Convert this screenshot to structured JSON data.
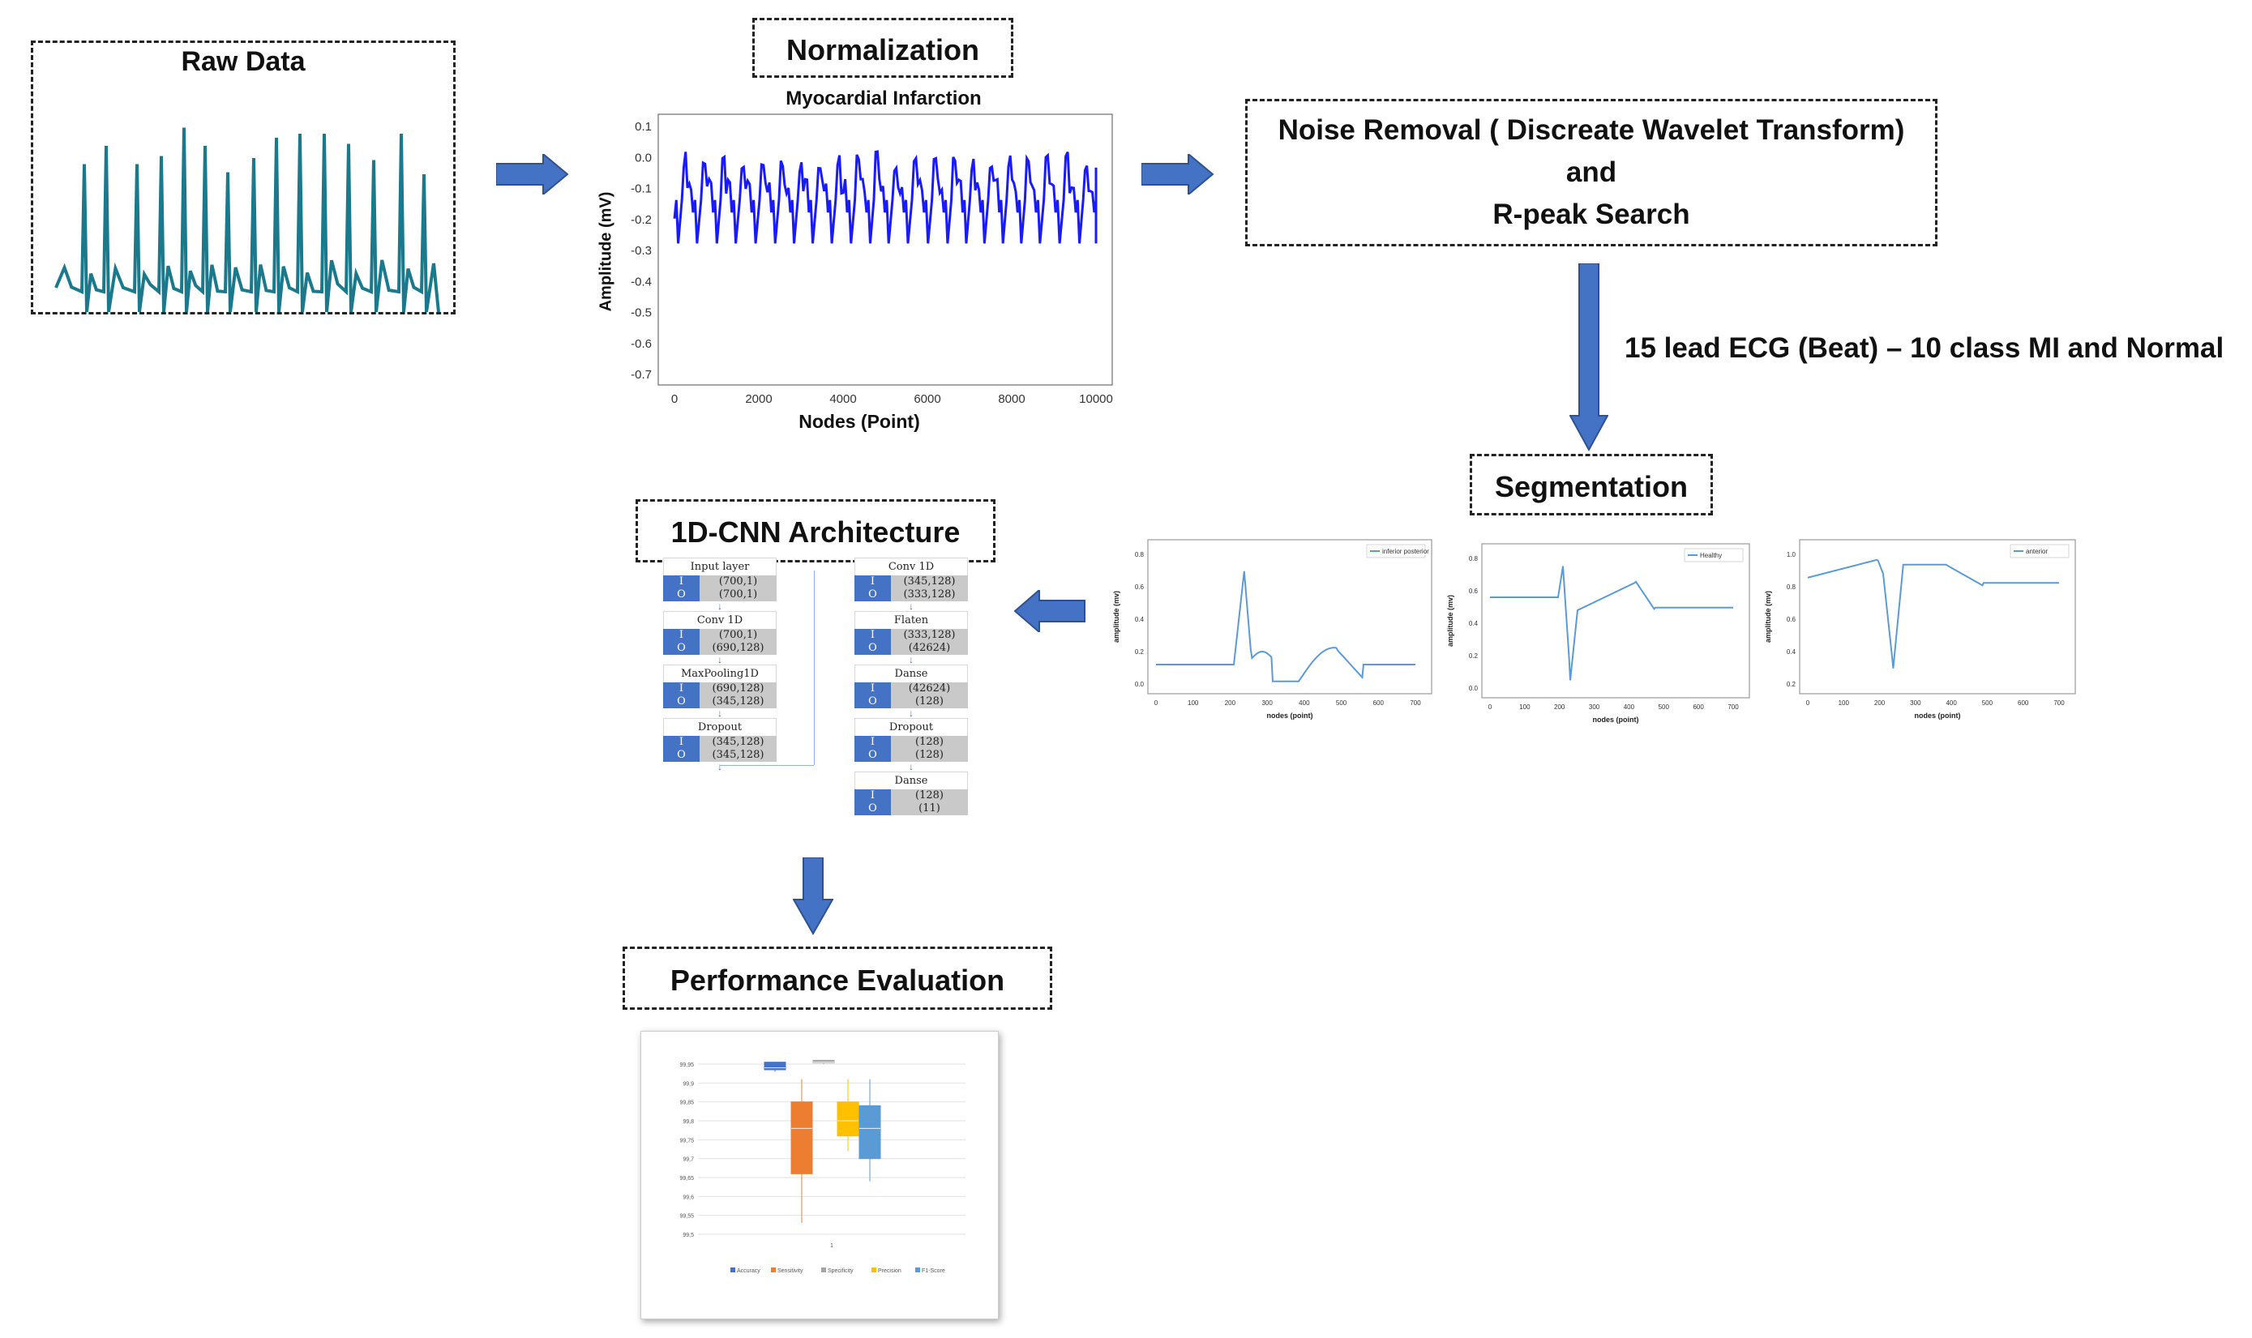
{
  "raw_data": {
    "title": "Raw Data"
  },
  "normalization": {
    "title": "Normalization",
    "chart_data": {
      "type": "line",
      "title": "Myocardial Infarction",
      "xlabel": "Nodes (Point)",
      "ylabel": "Amplitude (mV)",
      "xlim": [
        0,
        10000
      ],
      "ylim": [
        -0.7,
        0.1
      ],
      "x_ticks": [
        "0",
        "2000",
        "4000",
        "6000",
        "8000",
        "10000"
      ],
      "y_ticks": [
        "0.1",
        "0.0",
        "-0.1",
        "-0.2",
        "-0.3",
        "-0.4",
        "-0.5",
        "-0.6",
        "-0.7"
      ],
      "series_color": "#1a1aff"
    }
  },
  "noise_removal": {
    "line1": "Noise Removal ( Discreate Wavelet Transform)",
    "line2": "and",
    "line3": "R-peak Search"
  },
  "flow_label": "15 lead ECG (Beat) – 10 class MI and Normal",
  "segmentation": {
    "title": "Segmentation",
    "charts": [
      {
        "legend": "inferior posterior",
        "xlabel": "nodes (point)",
        "ylabel": "amplitude (mv)",
        "x_ticks": [
          "0",
          "100",
          "200",
          "300",
          "400",
          "500",
          "600",
          "700"
        ],
        "y_ticks": [
          "0.8",
          "0.6",
          "0.4",
          "0.2",
          "0.0"
        ]
      },
      {
        "legend": "Healthy",
        "xlabel": "nodes (point)",
        "ylabel": "amplitude (mv)",
        "x_ticks": [
          "0",
          "100",
          "200",
          "300",
          "400",
          "500",
          "600",
          "700"
        ],
        "y_ticks": [
          "0.8",
          "0.6",
          "0.4",
          "0.2",
          "0.0"
        ]
      },
      {
        "legend": "anterior",
        "xlabel": "nodes (point)",
        "ylabel": "amplitude (mv)",
        "x_ticks": [
          "0",
          "100",
          "200",
          "300",
          "400",
          "500",
          "600",
          "700"
        ],
        "y_ticks": [
          "1.0",
          "0.8",
          "0.6",
          "0.4",
          "0.2"
        ]
      }
    ]
  },
  "cnn": {
    "title": "1D-CNN Architecture",
    "io_in": "I",
    "io_out": "O",
    "col1": [
      {
        "name": "Input layer",
        "in": "(700,1)",
        "out": "(700,1)"
      },
      {
        "name": "Conv 1D",
        "in": "(700,1)",
        "out": "(690,128)"
      },
      {
        "name": "MaxPooling1D",
        "in": "(690,128)",
        "out": "(345,128)"
      },
      {
        "name": "Dropout",
        "in": "(345,128)",
        "out": "(345,128)"
      }
    ],
    "col2": [
      {
        "name": "Conv 1D",
        "in": "(345,128)",
        "out": "(333,128)"
      },
      {
        "name": "Flaten",
        "in": "(333,128)",
        "out": "(42624)"
      },
      {
        "name": "Danse",
        "in": "(42624)",
        "out": "(128)"
      },
      {
        "name": "Dropout",
        "in": "(128)",
        "out": "(128)"
      },
      {
        "name": "Danse",
        "in": "(128)",
        "out": "(11)"
      }
    ]
  },
  "performance": {
    "title": "Performance Evaluation",
    "chart_data": {
      "type": "box",
      "y_ticks": [
        "99,95",
        "99,9",
        "99,85",
        "99,8",
        "99,75",
        "99,7",
        "99,65",
        "99,6",
        "99,55",
        "99,5"
      ],
      "ylim": [
        99.5,
        99.95
      ],
      "x_label": "1",
      "series": [
        {
          "name": "Accuracy",
          "color": "#4472c4",
          "min": 99.93,
          "q1": 99.935,
          "median": 99.94,
          "q3": 99.955,
          "max": 99.955
        },
        {
          "name": "Sensitivity",
          "color": "#ed7d31",
          "min": 99.53,
          "q1": 99.66,
          "median": 99.78,
          "q3": 99.85,
          "max": 99.91
        },
        {
          "name": "Specificity",
          "color": "#a5a5a5",
          "min": 99.95,
          "q1": 99.955,
          "median": 99.955,
          "q3": 99.96,
          "max": 99.96
        },
        {
          "name": "Precision",
          "color": "#ffc000",
          "min": 99.72,
          "q1": 99.76,
          "median": 99.8,
          "q3": 99.85,
          "max": 99.91
        },
        {
          "name": "F1-Score",
          "color": "#5b9bd5",
          "min": 99.64,
          "q1": 99.7,
          "median": 99.78,
          "q3": 99.84,
          "max": 99.91
        }
      ]
    }
  }
}
